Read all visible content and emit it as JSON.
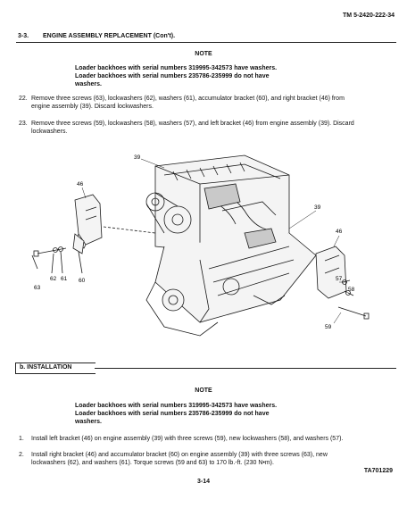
{
  "header": {
    "tm_number": "TM 5-2420-222-34"
  },
  "section": {
    "number": "3-3.",
    "title": "ENGINE ASSEMBLY REPLACEMENT (Con't)."
  },
  "note1": {
    "heading": "NOTE",
    "lines": [
      "Loader backhoes with serial numbers 319995-342573 have washers.",
      "Loader backhoes with serial numbers 235786-235999 do not have",
      "washers."
    ]
  },
  "steps_removal": [
    {
      "num": "22.",
      "lines": [
        "Remove three screws (63), lockwashers (62), washers (61), accumulator bracket (60), and right bracket (46) from",
        "engine assembly (39). Discard lockwashers."
      ]
    },
    {
      "num": "23.",
      "lines": [
        "Remove three screws (59), lockwashers (58), washers (57), and left bracket (46) from engine assembly (39). Discard",
        "lockwashers."
      ]
    }
  ],
  "figure": {
    "callouts": [
      "39",
      "46",
      "62",
      "61",
      "63",
      "60",
      "39",
      "46",
      "57",
      "58",
      "59"
    ],
    "colors": {
      "line": "#1a1a1a",
      "fill": "#f4f4f4",
      "shade": "#c9c9c9"
    }
  },
  "installation": {
    "label": "b.   INSTALLATION"
  },
  "note2": {
    "heading": "NOTE",
    "lines": [
      "Loader backhoes with serial numbers 319995-342573 have washers.",
      "Loader backhoes with serial numbers 235786-235999 do not have",
      "washers."
    ]
  },
  "steps_install": [
    {
      "num": "1.",
      "lines": [
        "Install left bracket (46) on engine assembly (39) with three screws (59), new lockwashers (58), and washers (57)."
      ]
    },
    {
      "num": "2.",
      "lines": [
        "Install right bracket (46) and accumulator bracket (60) on engine assembly (39) with three screws (63), new",
        "lockwashers (62), and washers (61).  Torque screws (59 and 63) to 170 lb.-ft.  (230 N•m)."
      ]
    }
  ],
  "footer": {
    "figure_id": "TA701229",
    "page": "3-14"
  }
}
